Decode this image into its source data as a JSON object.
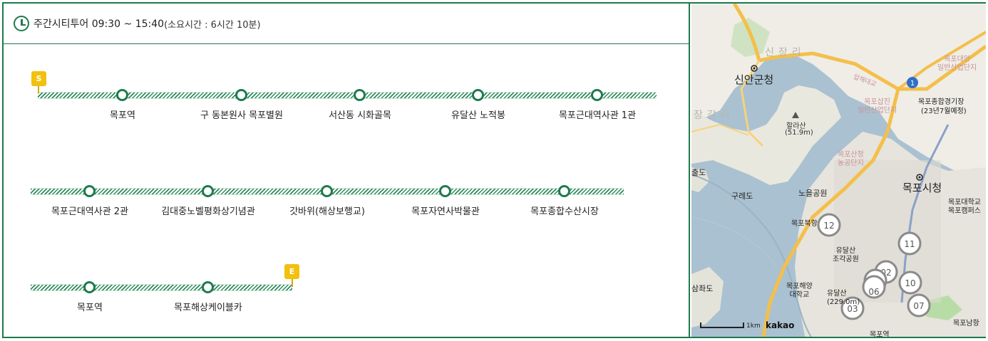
{
  "header": {
    "title": "주간시티투어 09:30 ~ 15:40",
    "duration": "(소요시간 : 6시간 10분)"
  },
  "route": {
    "start_flag": "S",
    "end_flag": "E",
    "rows": [
      [
        "목포역",
        "구 동본원사 목포별원",
        "서산동 시화골목",
        "유달산 노적봉",
        "목포근대역사관 1관"
      ],
      [
        "목포근대역사관 2관",
        "김대중노벨평화상기념관",
        "갓바위(해상보행교)",
        "목포자연사박물관",
        "목포종합수산시장"
      ],
      [
        "목포역",
        "목포해상케이블카"
      ]
    ]
  },
  "map": {
    "labels": {
      "sinan": "신안군청",
      "sinjang": "신장리",
      "jang": "장감리",
      "halla": "할라산",
      "halla_h": "(51.9m)",
      "mokpo_city": "목포시청",
      "industrial": "목포대양\n일반산업단지",
      "samhak": "목포삽진\n일반산업단지",
      "stadium": "목포종합경기장",
      "stadium_note": "(23년7월예정)",
      "gure": "구레도",
      "nodle": "노을공원",
      "yudal": "유달산\n조각공원",
      "ocean_univ": "목포해양\n대학교",
      "mokpo_univ": "목포대학교\n목포캠퍼스",
      "mokpo_buk": "목포북항",
      "yudal_h": "유달산\n(229.0m)",
      "mokpo_station": "목포역",
      "mokpo_south": "목포남항",
      "sanjeong": "목포산정\n농공단지",
      "chuldo": "출도",
      "samjwado": "삼좌도",
      "expressway": "압해대교"
    },
    "markers": [
      "12",
      "11",
      "02",
      "10",
      "06",
      "03",
      "07"
    ],
    "route_badge": "1",
    "scale": "1km",
    "brand": "kakao"
  }
}
